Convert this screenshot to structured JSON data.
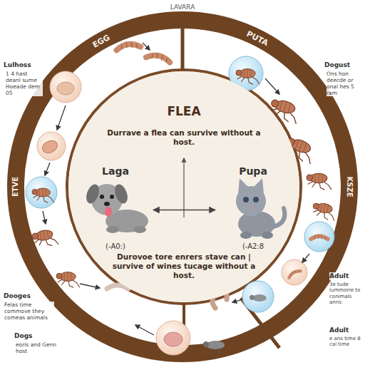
{
  "diagram": {
    "nodes": [
      {
        "text": [
          "FLEA",
          "Durrave a flea can survive without a host.",
          "Durovoe tore enrers stave can | survive of wines tucage without a host."
        ]
      },
      {
        "text": [
          "Laga",
          "(-A0:)"
        ],
        "in": 0
      },
      {
        "text": [
          "Pupa",
          "(-A2:8"
        ],
        "in": 0
      }
    ],
    "edges": [
      {
        "from": 1,
        "to": 2,
        "arrow": "both"
      }
    ],
    "labels": [
      "LAVARA",
      "EGG",
      "PUTA",
      "Lulhoss",
      "1 4 hast deanl sume Hoeade dem 05",
      "Dogust",
      "Ons hon deecde or onal hes 5 ram",
      "ETVE",
      "KSZE",
      "Dooges",
      "Felas time commove they comeas animals",
      "Dogs",
      "eoris and Genn host",
      "Adult",
      "3e tude lummorre to conimals anris",
      "Adult",
      "e ans time 8 cal time"
    ]
  }
}
